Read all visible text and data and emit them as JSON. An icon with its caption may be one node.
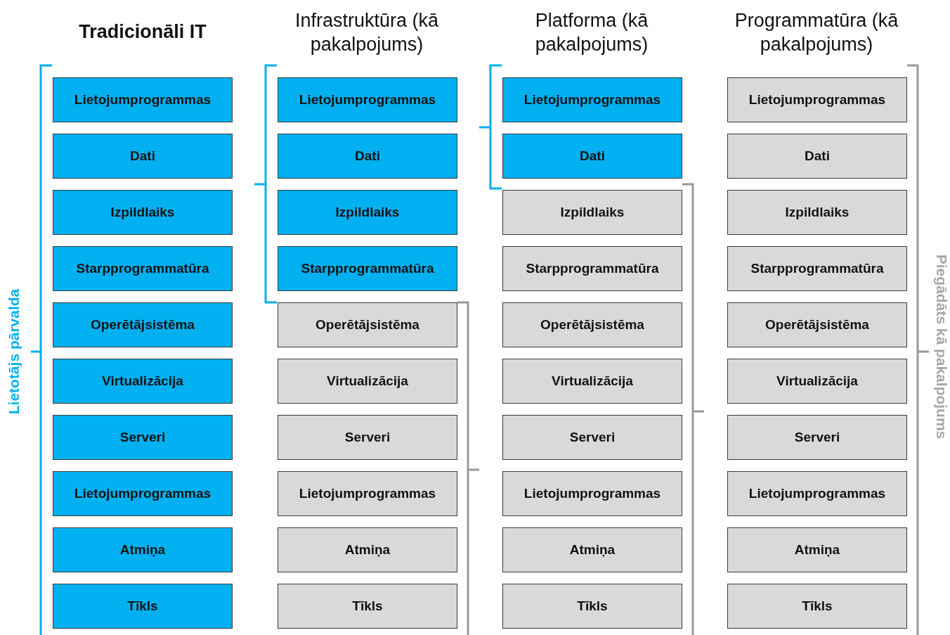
{
  "diagram": {
    "nodes": [
      {
        "text": [
          "Lietojumprogrammas"
        ]
      },
      {
        "text": [
          "Dati"
        ]
      },
      {
        "text": [
          "Izpildlaiks"
        ]
      },
      {
        "text": [
          "Starpprogrammatūra"
        ]
      },
      {
        "text": [
          "Operētājsistēma"
        ]
      },
      {
        "text": [
          "Virtualizācija"
        ]
      },
      {
        "text": [
          "Serveri"
        ]
      },
      {
        "text": [
          "Lietojumprogrammas"
        ]
      },
      {
        "text": [
          "Atmiņa"
        ]
      },
      {
        "text": [
          "Tīkls"
        ]
      },
      {
        "text": [
          "Lietojumprogrammas"
        ]
      },
      {
        "text": [
          "Dati"
        ]
      },
      {
        "text": [
          "Izpildlaiks"
        ]
      },
      {
        "text": [
          "Starpprogrammatūra"
        ]
      },
      {
        "text": [
          "Operētājsistēma"
        ]
      },
      {
        "text": [
          "Virtualizācija"
        ]
      },
      {
        "text": [
          "Serveri"
        ]
      },
      {
        "text": [
          "Lietojumprogrammas"
        ]
      },
      {
        "text": [
          "Atmiņa"
        ]
      },
      {
        "text": [
          "Tīkls"
        ]
      },
      {
        "text": [
          "Lietojumprogrammas"
        ]
      },
      {
        "text": [
          "Dati"
        ]
      },
      {
        "text": [
          "Izpildlaiks"
        ]
      },
      {
        "text": [
          "Starpprogrammatūra"
        ]
      },
      {
        "text": [
          "Operētājsistēma"
        ]
      },
      {
        "text": [
          "Virtualizācija"
        ]
      },
      {
        "text": [
          "Serveri"
        ]
      },
      {
        "text": [
          "Lietojumprogrammas"
        ]
      },
      {
        "text": [
          "Atmiņa"
        ]
      },
      {
        "text": [
          "Tīkls"
        ]
      },
      {
        "text": [
          "Lietojumprogrammas"
        ]
      },
      {
        "text": [
          "Dati"
        ]
      },
      {
        "text": [
          "Izpildlaiks"
        ]
      },
      {
        "text": [
          "Starpprogrammatūra"
        ]
      },
      {
        "text": [
          "Operētājsistēma"
        ]
      },
      {
        "text": [
          "Virtualizācija"
        ]
      },
      {
        "text": [
          "Serveri"
        ]
      },
      {
        "text": [
          "Lietojumprogrammas"
        ]
      },
      {
        "text": [
          "Atmiņa"
        ]
      },
      {
        "text": [
          "Tīkls"
        ]
      }
    ],
    "edges": [],
    "labels": [
      "Tradicionāli IT",
      "Infrastruktūra (kā pakalpojums)",
      "Platforma (kā pakalpojums)",
      "Programmatūra (kā pakalpojums)",
      "Lietotājs pārvalda",
      "Piegādāts kā pakalpojums"
    ]
  }
}
